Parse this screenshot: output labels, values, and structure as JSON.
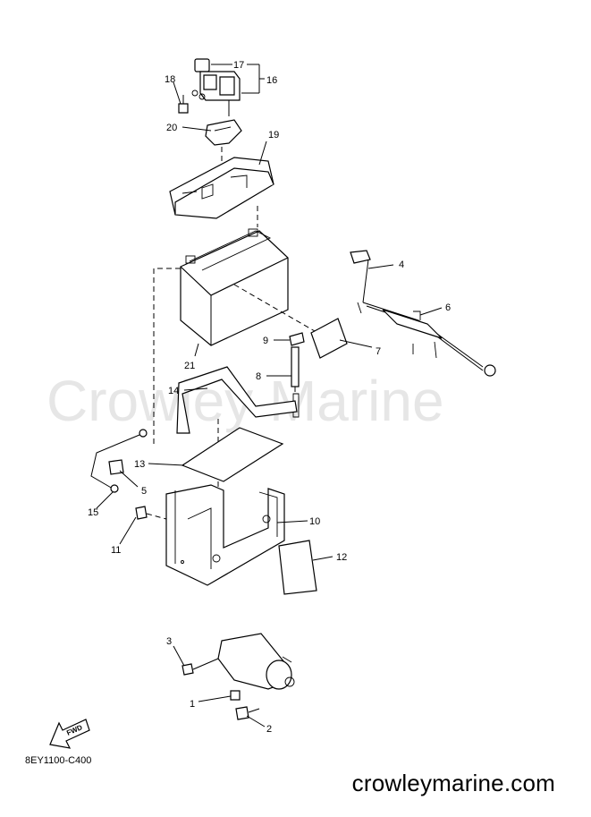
{
  "watermark": "Crowley Marine",
  "diagram_code": "8EY1100-C400",
  "site_url": "crowleymarine.com",
  "fwd_label": "FWD",
  "callouts": {
    "c1": "1",
    "c2": "2",
    "c3": "3",
    "c4": "4",
    "c5": "5",
    "c6": "6",
    "c7": "7",
    "c8": "8",
    "c9": "9",
    "c10": "10",
    "c11": "11",
    "c12": "12",
    "c13": "13",
    "c14": "14",
    "c15": "15",
    "c16": "16",
    "c17": "17",
    "c18": "18",
    "c19": "19",
    "c20": "20",
    "c21": "21"
  }
}
